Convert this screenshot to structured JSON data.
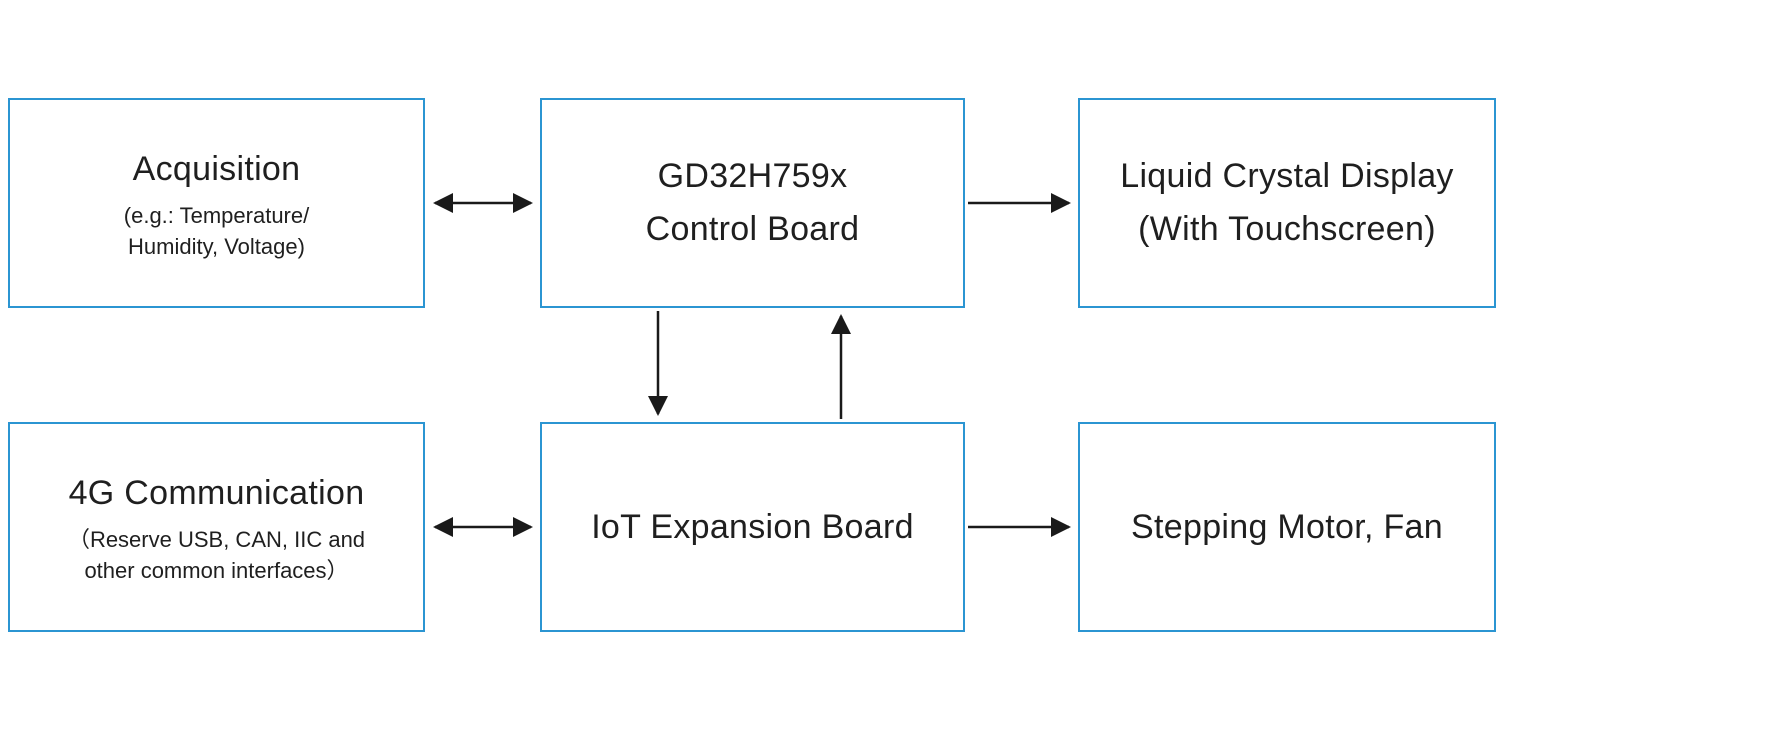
{
  "diagram": {
    "accent_color": "#2b95d2",
    "arrow_color": "#1a1a1a",
    "nodes": {
      "acquisition": {
        "title": "Acquisition",
        "note": "(e.g.: Temperature/\nHumidity, Voltage)"
      },
      "control_board": {
        "title": "GD32H759x\nControl Board"
      },
      "lcd": {
        "title": "Liquid Crystal Display\n(With Touchscreen)"
      },
      "comm_4g": {
        "title": "4G Communication",
        "note": "（Reserve USB, CAN, IIC and\nother common interfaces）"
      },
      "iot_board": {
        "title": "IoT Expansion Board"
      },
      "actuators": {
        "title": "Stepping Motor, Fan"
      }
    },
    "connections": [
      {
        "from": "acquisition",
        "to": "control_board",
        "bidirectional": true
      },
      {
        "from": "control_board",
        "to": "lcd",
        "bidirectional": false
      },
      {
        "from": "control_board",
        "to": "iot_board",
        "bidirectional": false
      },
      {
        "from": "iot_board",
        "to": "control_board",
        "bidirectional": false
      },
      {
        "from": "comm_4g",
        "to": "iot_board",
        "bidirectional": true
      },
      {
        "from": "iot_board",
        "to": "actuators",
        "bidirectional": false
      }
    ]
  }
}
